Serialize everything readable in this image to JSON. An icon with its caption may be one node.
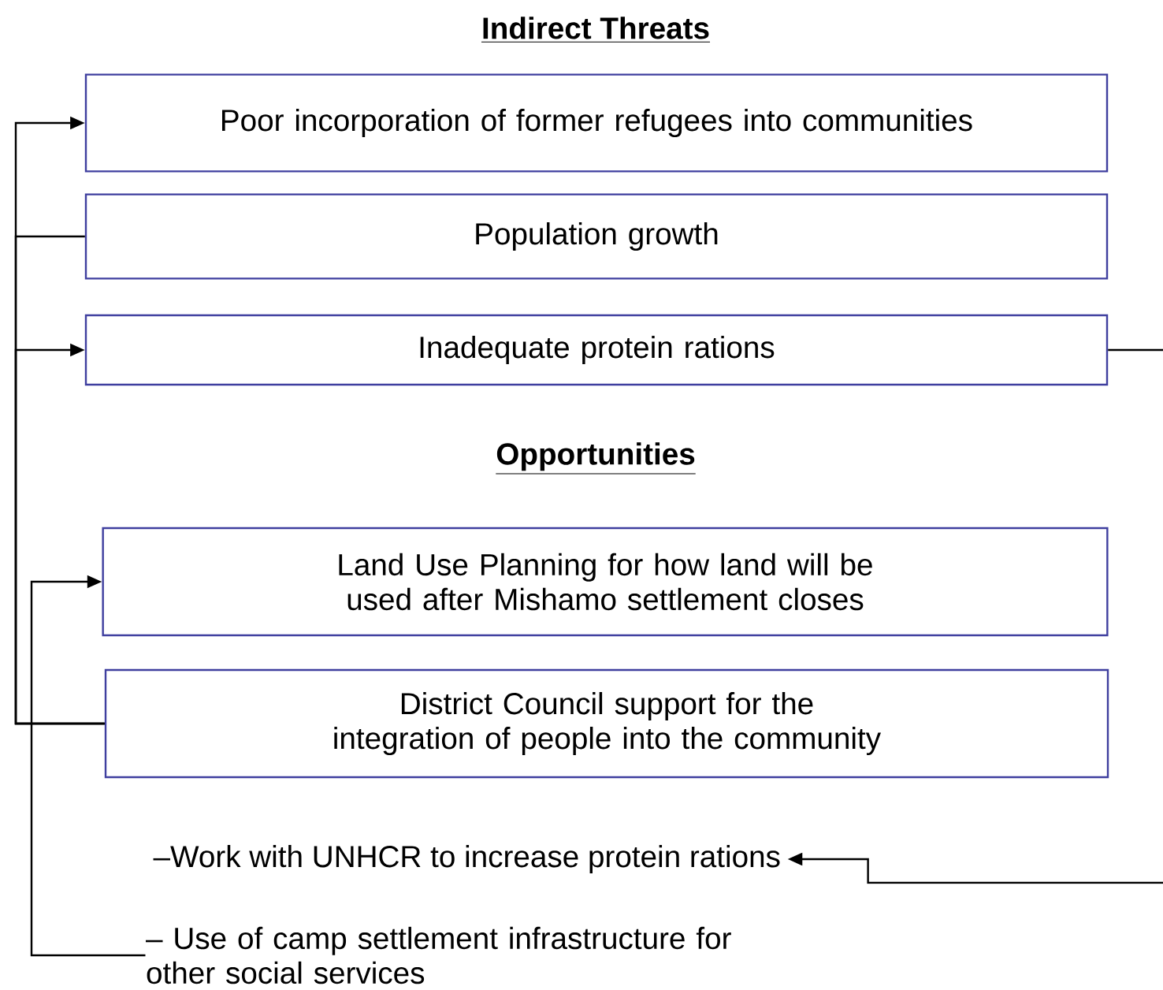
{
  "diagram": {
    "title": "Indirect Threats",
    "nodes": [
      {
        "text": [
          "Poor incorporation of former refugees into communities"
        ]
      },
      {
        "text": [
          "Population growth"
        ]
      },
      {
        "text": [
          "Inadequate protein rations"
        ]
      },
      {
        "text": [
          "Land Use Planning for how land will be used after Mishamo settlement closes"
        ]
      },
      {
        "text": [
          "District Council support for the integration of people into the community"
        ]
      },
      {
        "text": [
          "–Work with UNHCR to increase protein rations"
        ]
      },
      {
        "text": [
          "– Use of camp settlement infrastructure for other social services"
        ]
      }
    ],
    "edges": [
      {
        "from": 4,
        "to": 0,
        "arrow": "to"
      },
      {
        "from": 4,
        "to": 1,
        "arrow": "none"
      },
      {
        "from": 4,
        "to": 2,
        "arrow": "to"
      },
      {
        "from": 6,
        "to": 3,
        "arrow": "to"
      },
      {
        "from": 2,
        "to": null,
        "arrow": "none"
      },
      {
        "from": null,
        "to": 5,
        "arrow": "to"
      }
    ],
    "labels": [
      "Opportunities"
    ]
  }
}
